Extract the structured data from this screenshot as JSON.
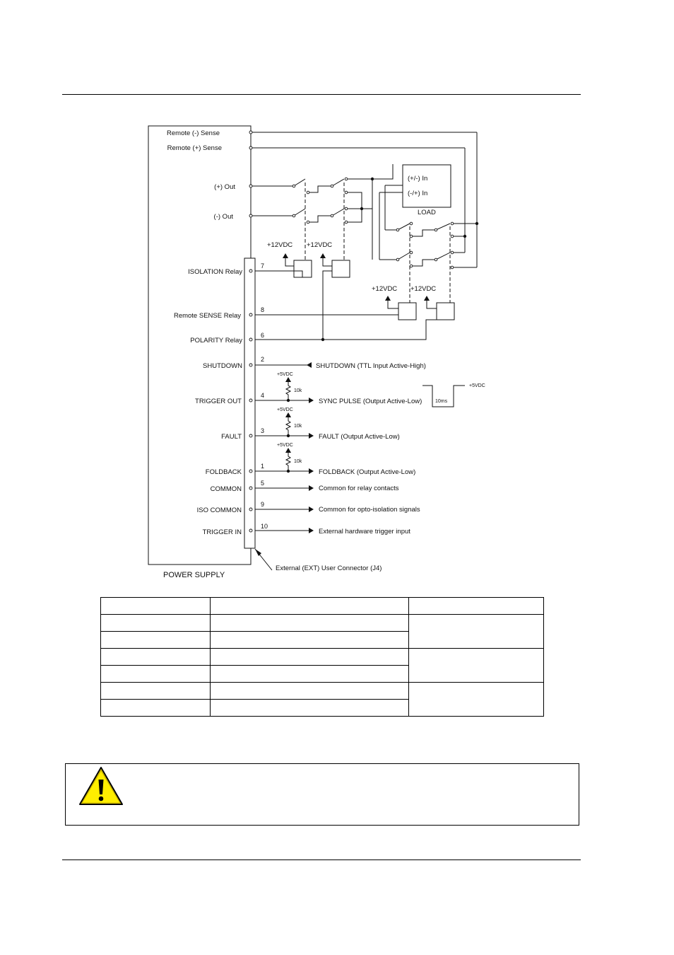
{
  "diagram": {
    "power_supply_label": "POWER SUPPLY",
    "connector_label": "External (EXT) User Connector (J4)",
    "terminals": {
      "remote_neg_sense": "Remote (-) Sense",
      "remote_pos_sense": "Remote (+) Sense",
      "pos_out": "(+) Out",
      "neg_out": "(-) Out"
    },
    "load": {
      "label": "LOAD",
      "in1": "(+/-) In",
      "in2": "(-/+) In"
    },
    "relay_supply": "+12VDC",
    "pullup_supply": "+5VDC",
    "resistor": "10k",
    "pulse_width": "10ms",
    "pulse_level": "+5VDC",
    "pins": [
      {
        "name": "ISOLATION Relay",
        "number": "7"
      },
      {
        "name": "Remote SENSE Relay",
        "number": "8"
      },
      {
        "name": "POLARITY Relay",
        "number": "6"
      },
      {
        "name": "SHUTDOWN",
        "number": "2",
        "desc": "SHUTDOWN (TTL Input Active-High)"
      },
      {
        "name": "TRIGGER OUT",
        "number": "4",
        "desc": "SYNC PULSE (Output Active-Low)"
      },
      {
        "name": "FAULT",
        "number": "3",
        "desc": "FAULT (Output Active-Low)"
      },
      {
        "name": "FOLDBACK",
        "number": "1",
        "desc": "FOLDBACK (Output Active-Low)"
      },
      {
        "name": "COMMON",
        "number": "5",
        "desc": "Common for relay contacts"
      },
      {
        "name": "ISO COMMON",
        "number": "9",
        "desc": "Common for opto-isolation signals"
      },
      {
        "name": "TRIGGER IN",
        "number": "10",
        "desc": "External hardware trigger input"
      }
    ]
  },
  "table": {
    "header": [
      "",
      "",
      ""
    ],
    "rows": [
      [
        "",
        "",
        ""
      ],
      [
        "",
        ""
      ],
      [
        "",
        "",
        ""
      ],
      [
        "",
        ""
      ],
      [
        "",
        "",
        ""
      ],
      [
        "",
        ""
      ]
    ]
  },
  "caution": {
    "icon": "warning-triangle-icon",
    "text": ""
  }
}
